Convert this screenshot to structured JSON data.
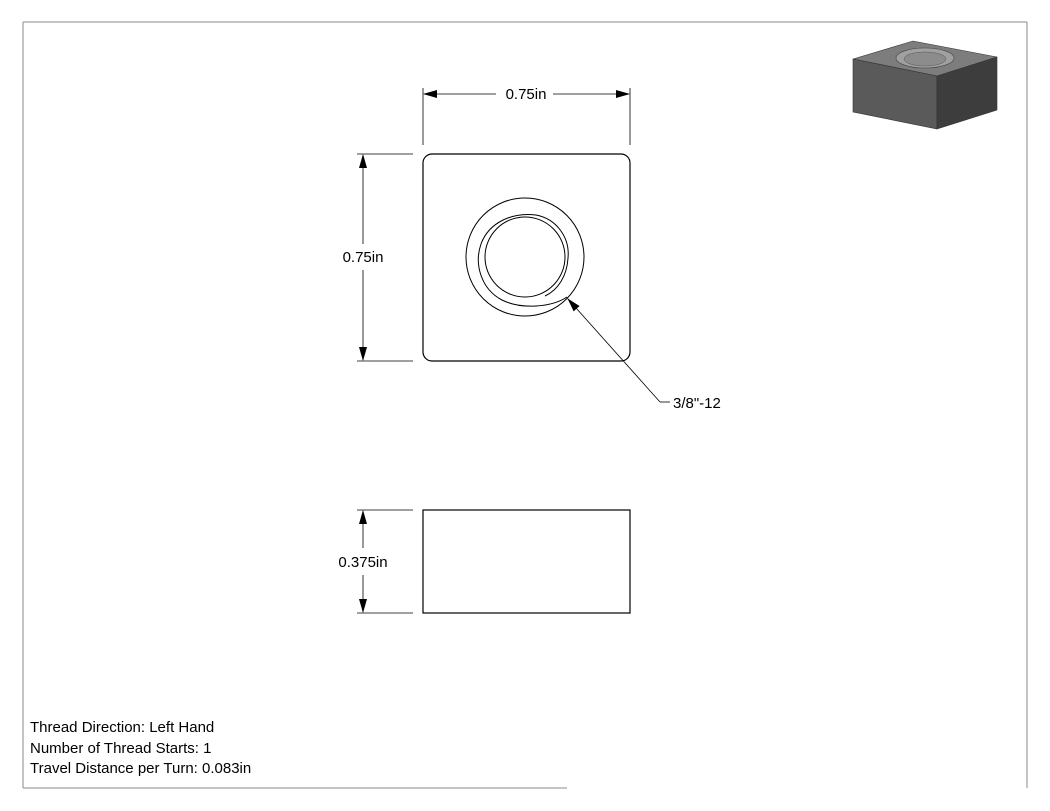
{
  "dimensions": {
    "top_width": "0.75in",
    "top_height": "0.75in",
    "side_thickness": "0.375in"
  },
  "callouts": {
    "thread_spec": "3/8\"-12"
  },
  "notes": [
    "Thread Direction: Left Hand",
    "Number of Thread Starts: 1",
    "Travel Distance per Turn: 0.083in"
  ],
  "iso_view": {
    "icon": "square-nut-3d-icon",
    "colors": {
      "top": "#7d7d7d",
      "front": "#5a5a5a",
      "side": "#3d3d3d",
      "hole": "#a0a0a0"
    }
  },
  "colors": {
    "line": "#000000",
    "frame": "#8a8a8a",
    "background": "#ffffff"
  }
}
